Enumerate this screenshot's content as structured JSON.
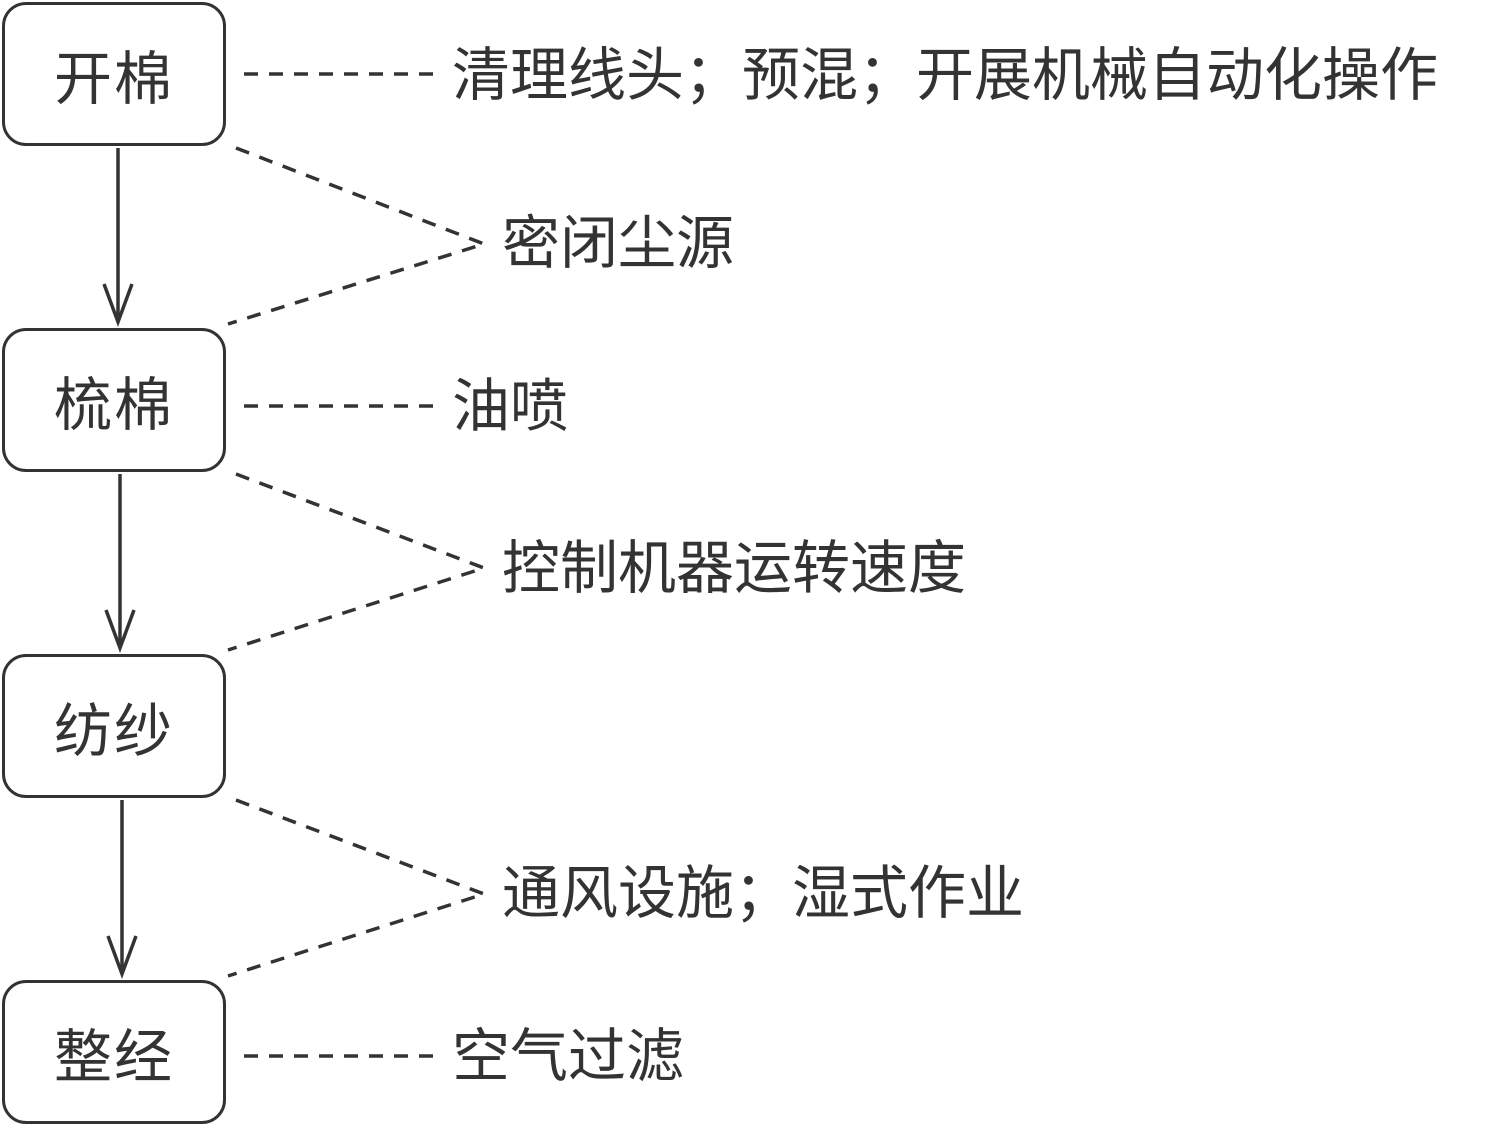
{
  "steps": [
    {
      "label": "开棉"
    },
    {
      "label": "梳棉"
    },
    {
      "label": "纺纱"
    },
    {
      "label": "整经"
    }
  ],
  "step_measures": [
    {
      "text": "清理线头；预混；开展机械自动化操作"
    },
    {
      "text": "油喷"
    },
    {
      "text": ""
    },
    {
      "text": "空气过滤"
    }
  ],
  "transition_measures": [
    {
      "text": "密闭尘源"
    },
    {
      "text": "控制机器运转速度"
    },
    {
      "text": "通风设施；湿式作业"
    }
  ],
  "colors": {
    "stroke": "#333333",
    "text": "#333333",
    "background": "#ffffff"
  }
}
